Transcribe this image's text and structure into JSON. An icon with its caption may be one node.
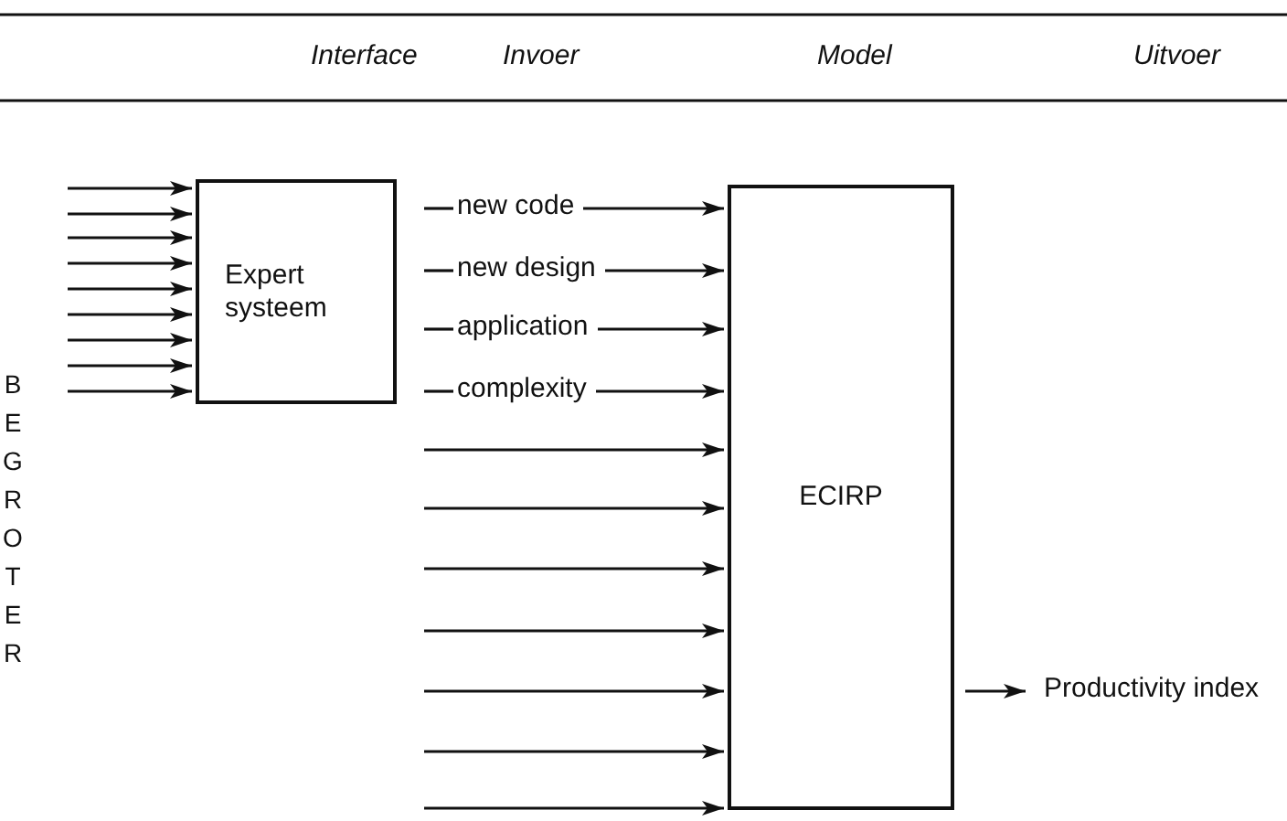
{
  "diagram": {
    "nodes": [
      {
        "text": [
          "Expert systeem"
        ]
      },
      {
        "text": [
          "new code"
        ]
      },
      {
        "text": [
          "new design"
        ]
      },
      {
        "text": [
          "application"
        ]
      },
      {
        "text": [
          "complexity"
        ]
      },
      {
        "text": [
          "ECIRP"
        ]
      },
      {
        "text": [
          "Productivity index"
        ]
      }
    ],
    "edges": [
      {
        "from": null,
        "to": 0,
        "arrow": "to"
      },
      {
        "from": null,
        "to": 0,
        "arrow": "to"
      },
      {
        "from": null,
        "to": 0,
        "arrow": "to"
      },
      {
        "from": null,
        "to": 0,
        "arrow": "to"
      },
      {
        "from": null,
        "to": 0,
        "arrow": "to"
      },
      {
        "from": null,
        "to": 0,
        "arrow": "to"
      },
      {
        "from": null,
        "to": 0,
        "arrow": "to"
      },
      {
        "from": null,
        "to": 0,
        "arrow": "to"
      },
      {
        "from": null,
        "to": 0,
        "arrow": "to"
      },
      {
        "from": null,
        "to": 1,
        "arrow": "none"
      },
      {
        "from": null,
        "to": 2,
        "arrow": "none"
      },
      {
        "from": null,
        "to": 3,
        "arrow": "none"
      },
      {
        "from": null,
        "to": 4,
        "arrow": "none"
      },
      {
        "from": 1,
        "to": 5,
        "arrow": "to"
      },
      {
        "from": 2,
        "to": 5,
        "arrow": "to"
      },
      {
        "from": 3,
        "to": 5,
        "arrow": "to"
      },
      {
        "from": 4,
        "to": 5,
        "arrow": "to"
      },
      {
        "from": null,
        "to": 5,
        "arrow": "to"
      },
      {
        "from": null,
        "to": 5,
        "arrow": "to"
      },
      {
        "from": null,
        "to": 5,
        "arrow": "to"
      },
      {
        "from": null,
        "to": 5,
        "arrow": "to"
      },
      {
        "from": null,
        "to": 5,
        "arrow": "to"
      },
      {
        "from": null,
        "to": 5,
        "arrow": "to"
      },
      {
        "from": null,
        "to": 5,
        "arrow": "to"
      },
      {
        "from": 5,
        "to": 6,
        "arrow": "to"
      }
    ],
    "labels": [
      "Interface",
      "Invoer",
      "Model",
      "Uitvoer",
      "BEGROTER"
    ]
  }
}
